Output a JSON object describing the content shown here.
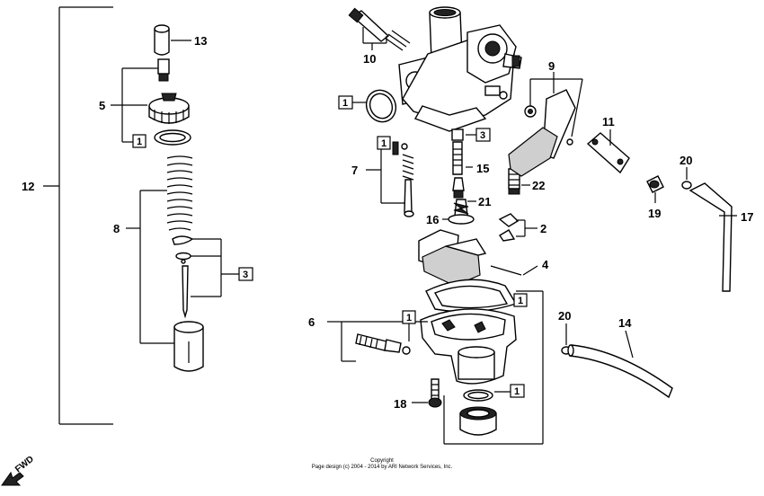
{
  "callouts": {
    "c1a": "1",
    "c1b": "1",
    "c1c": "1",
    "c1d": "1",
    "c1e": "1",
    "c1f": "1",
    "c2": "2",
    "c3a": "3",
    "c3b": "3",
    "c4": "4",
    "c5": "5",
    "c6": "6",
    "c7": "7",
    "c8": "8",
    "c9": "9",
    "c10": "10",
    "c11": "11",
    "c12": "12",
    "c13": "13",
    "c14": "14",
    "c15": "15",
    "c16": "16",
    "c17": "17",
    "c18": "18",
    "c19": "19",
    "c20a": "20",
    "c20b": "20",
    "c21": "21",
    "c22": "22"
  },
  "fwd_label": "FWD",
  "copyright": {
    "line1": "Copyright",
    "line2": "Page design (c) 2004 - 2014 by ARI Network Services, Inc."
  }
}
